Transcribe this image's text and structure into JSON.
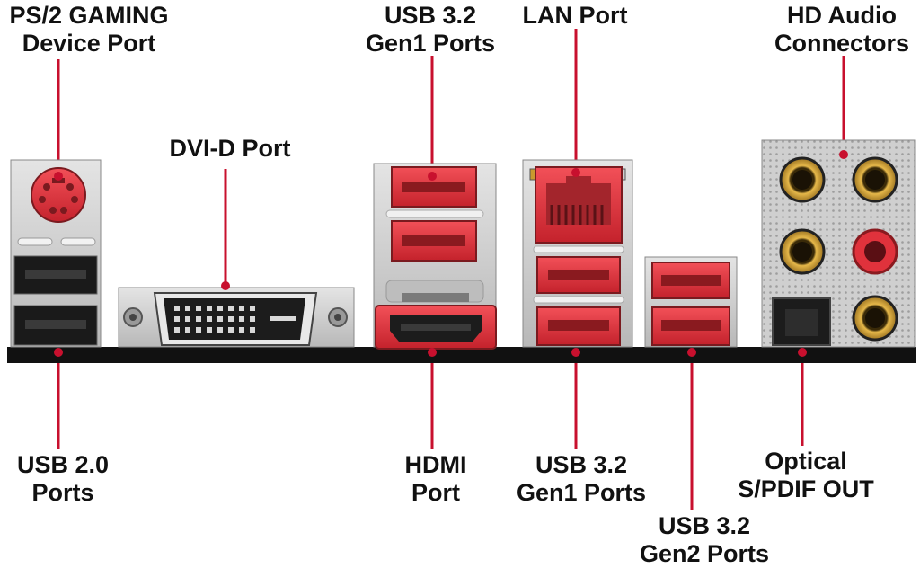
{
  "labels": {
    "ps2": "PS/2 GAMING\nDevice Port",
    "dvi": "DVI-D Port",
    "usb32_top": "USB 3.2\nGen1 Ports",
    "lan": "LAN Port",
    "audio": "HD Audio\nConnectors",
    "usb20": "USB 2.0\nPorts",
    "hdmi": "HDMI\nPort",
    "usb32_bottom": "USB 3.2\nGen1 Ports",
    "usb32_gen2": "USB 3.2\nGen2 Ports",
    "spdif": "Optical\nS/PDIF OUT"
  },
  "colors": {
    "leader": "#c8102e",
    "port_red": "#e0323c",
    "port_red_dark": "#8a1a1f",
    "metal": "#c9c9c9",
    "board": "#111111",
    "gold": "#c99a2e"
  }
}
